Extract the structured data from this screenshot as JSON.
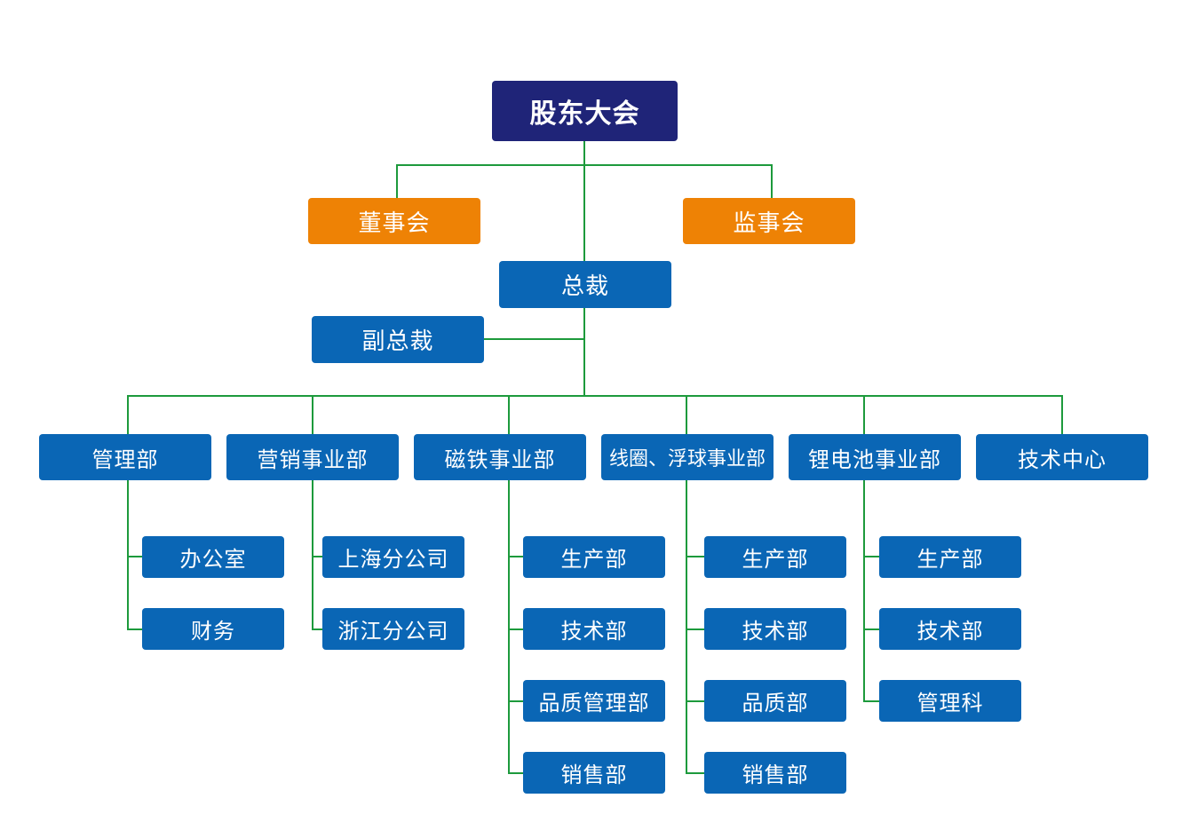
{
  "org": {
    "shareholders": "股东大会",
    "board": "董事会",
    "supervisors": "监事会",
    "president": "总裁",
    "vice_president": "副总裁",
    "divisions": [
      "管理部",
      "营销事业部",
      "磁铁事业部",
      "线圈、浮球事业部",
      "锂电池事业部",
      "技术中心"
    ],
    "management_subs": [
      "办公室",
      "财务"
    ],
    "marketing_subs": [
      "上海分公司",
      "浙江分公司"
    ],
    "magnet_subs": [
      "生产部",
      "技术部",
      "品质管理部",
      "销售部"
    ],
    "coil_subs": [
      "生产部",
      "技术部",
      "品质部",
      "销售部"
    ],
    "battery_subs": [
      "生产部",
      "技术部",
      "管理科"
    ]
  },
  "colors": {
    "navy": "#1f2478",
    "orange": "#ee8205",
    "blue": "#0a66b5",
    "connector": "#1d9a3c"
  }
}
